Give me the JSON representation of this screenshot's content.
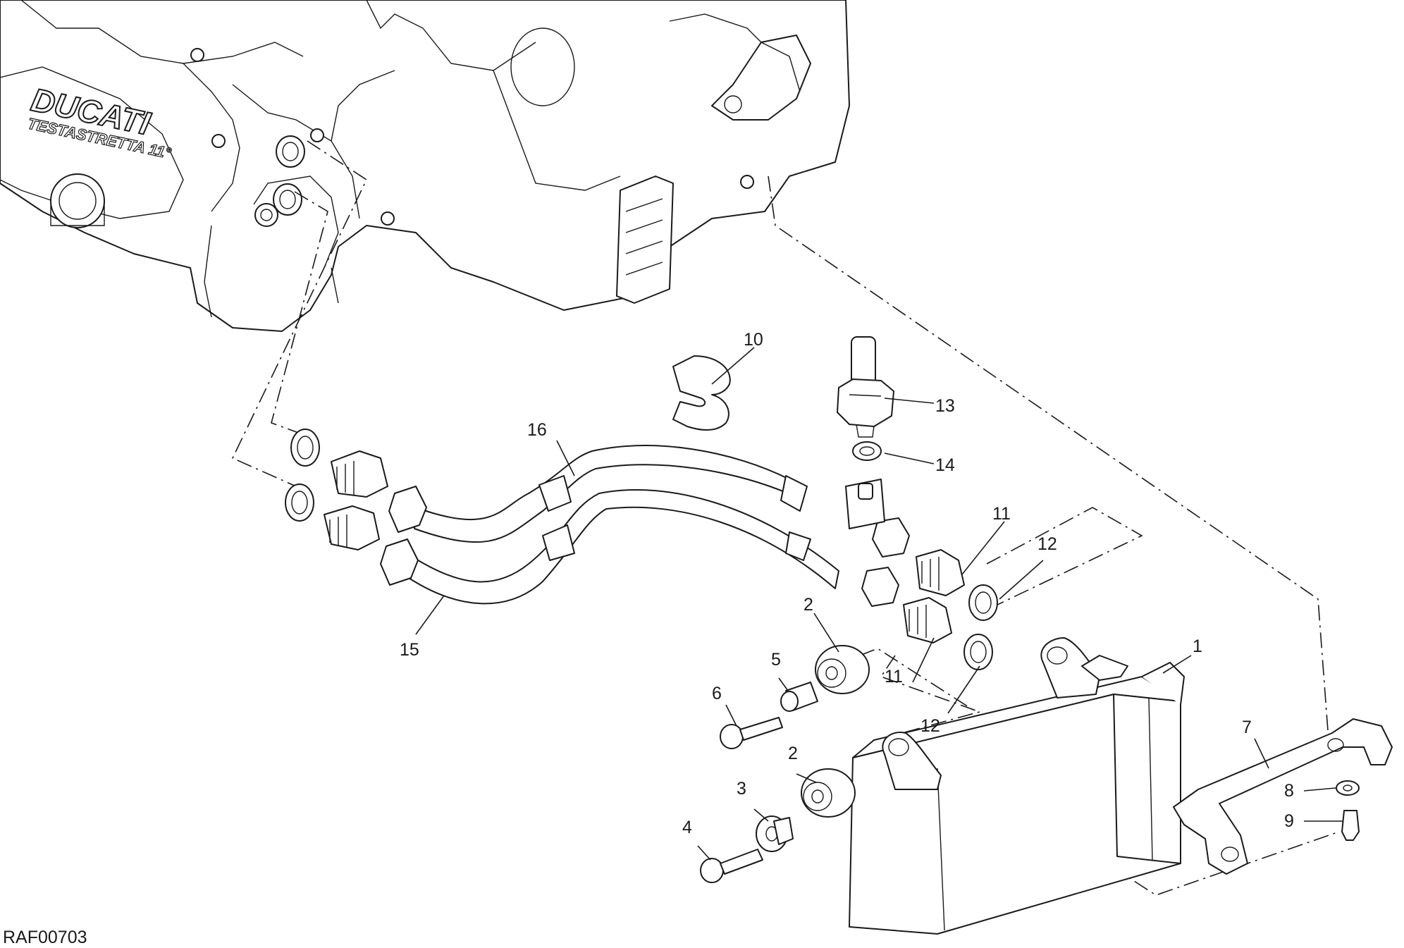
{
  "diagram_code": "RAF00703",
  "engine_branding": {
    "brand": "DUCATI",
    "model": "TESTASTRETTA 11°"
  },
  "callouts": [
    {
      "id": "c1",
      "label": "1"
    },
    {
      "id": "c2a",
      "label": "2"
    },
    {
      "id": "c2b",
      "label": "2"
    },
    {
      "id": "c3",
      "label": "3"
    },
    {
      "id": "c4",
      "label": "4"
    },
    {
      "id": "c5",
      "label": "5"
    },
    {
      "id": "c6",
      "label": "6"
    },
    {
      "id": "c7",
      "label": "7"
    },
    {
      "id": "c8",
      "label": "8"
    },
    {
      "id": "c9",
      "label": "9"
    },
    {
      "id": "c10",
      "label": "10"
    },
    {
      "id": "c11a",
      "label": "11"
    },
    {
      "id": "c11b",
      "label": "11"
    },
    {
      "id": "c12a",
      "label": "12"
    },
    {
      "id": "c12b",
      "label": "12"
    },
    {
      "id": "c13",
      "label": "13"
    },
    {
      "id": "c14",
      "label": "14"
    },
    {
      "id": "c15",
      "label": "15"
    },
    {
      "id": "c16",
      "label": "16"
    }
  ]
}
